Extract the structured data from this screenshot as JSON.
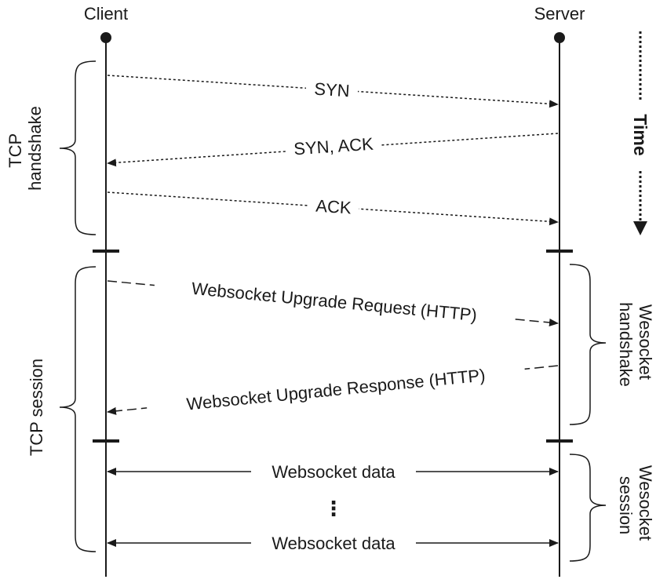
{
  "actors": {
    "client": "Client",
    "server": "Server"
  },
  "time_label": "Time",
  "messages": {
    "syn": "SYN",
    "syn_ack": "SYN, ACK",
    "ack": "ACK",
    "ws_upgrade_request": "Websocket Upgrade Request (HTTP)",
    "ws_upgrade_response": "Websocket Upgrade Response (HTTP)",
    "ws_data_1": "Websocket data",
    "ws_data_2": "Websocket data",
    "ellipsis": "⋮"
  },
  "phases": {
    "tcp_handshake_line1": "TCP",
    "tcp_handshake_line2": "handshake",
    "tcp_session": "TCP session",
    "ws_handshake_line1": "Wesocket",
    "ws_handshake_line2": "handshake",
    "ws_session_line1": "Wesocket",
    "ws_session_line2": "session"
  }
}
